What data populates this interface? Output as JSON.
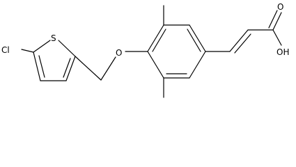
{
  "structure": {
    "type": "chemical-structure",
    "atom_labels": {
      "chlorine": "Cl",
      "sulfur": "S",
      "ether_oxygen": "O",
      "carbonyl_oxygen": "O",
      "hydroxyl": "OH"
    },
    "colors": {
      "bond": "#000000",
      "label": "#000000",
      "background": "#ffffff"
    }
  }
}
